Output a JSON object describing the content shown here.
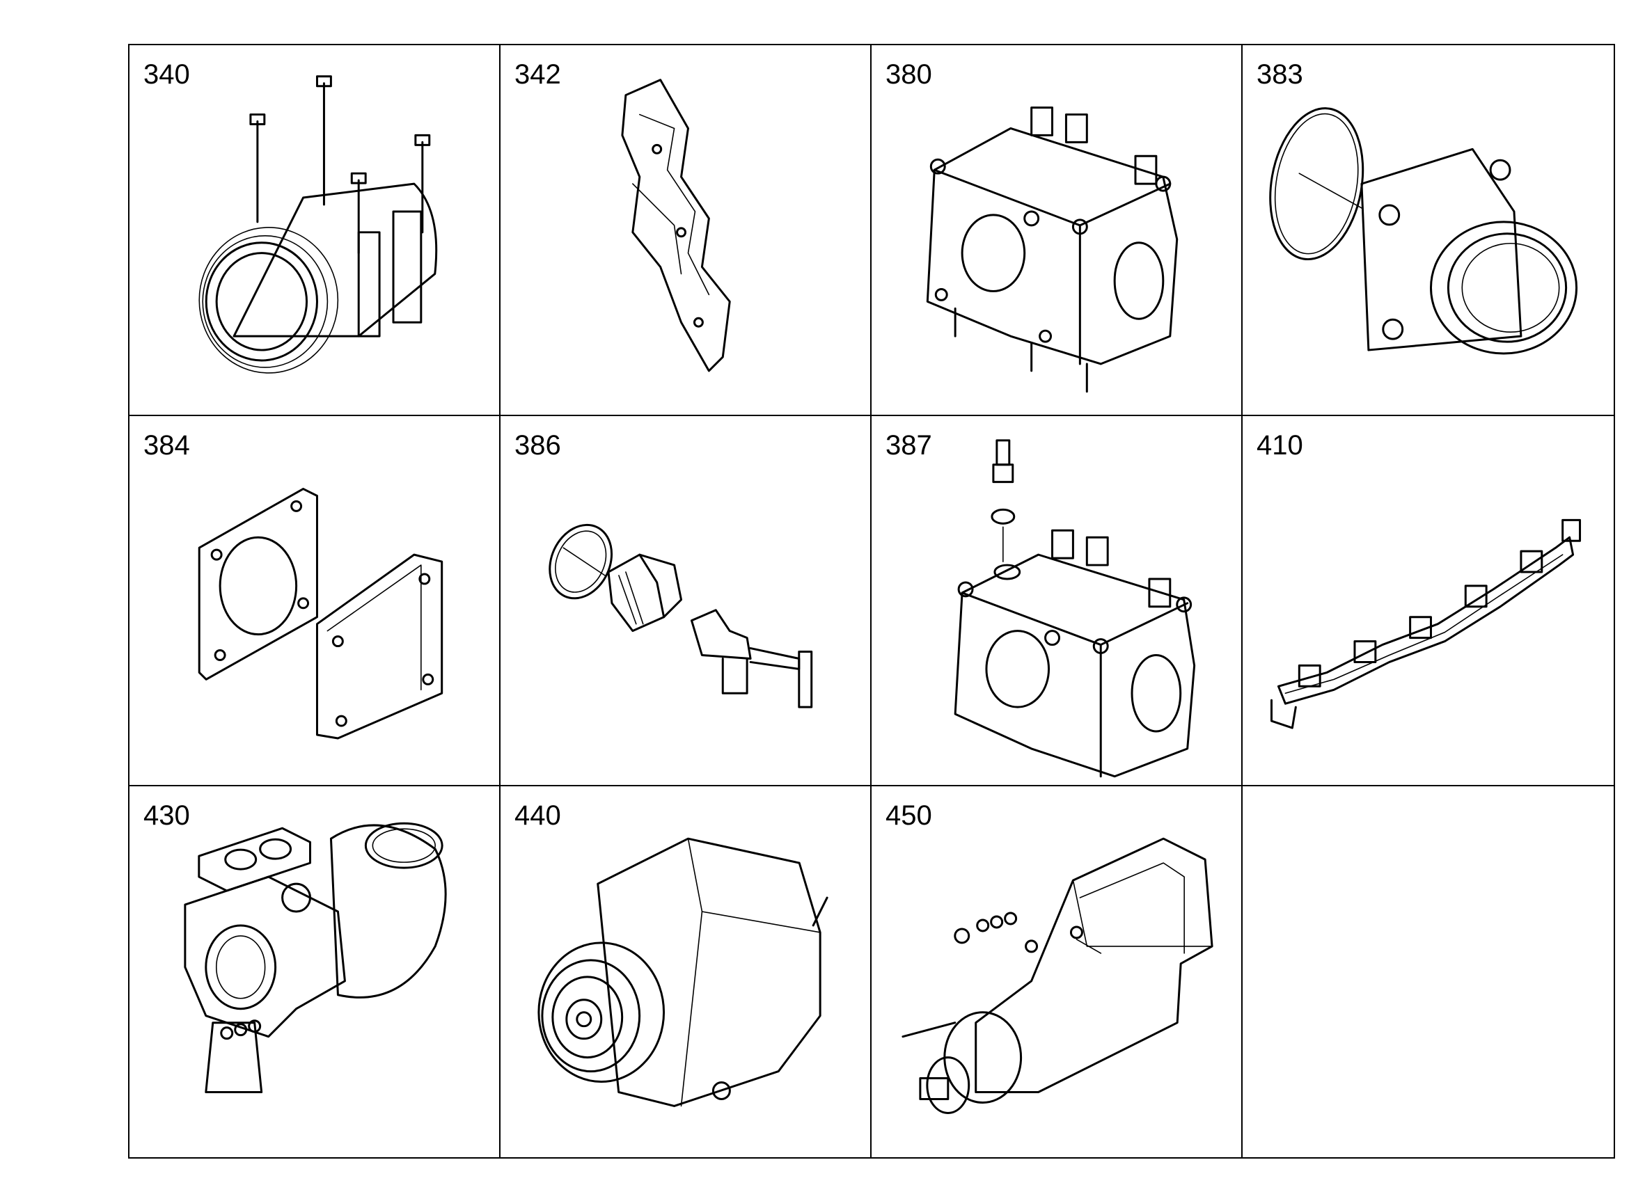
{
  "parts": [
    {
      "number": "340",
      "icon": "compressor-icon"
    },
    {
      "number": "342",
      "icon": "bracket-icon"
    },
    {
      "number": "380",
      "icon": "manifold-block-icon"
    },
    {
      "number": "383",
      "icon": "elbow-flange-icon"
    },
    {
      "number": "384",
      "icon": "gasket-plate-icon"
    },
    {
      "number": "386",
      "icon": "drain-valve-icon"
    },
    {
      "number": "387",
      "icon": "manifold-block-fitting-icon"
    },
    {
      "number": "410",
      "icon": "exhaust-manifold-icon"
    },
    {
      "number": "430",
      "icon": "turbocharger-icon"
    },
    {
      "number": "440",
      "icon": "alternator-icon"
    },
    {
      "number": "450",
      "icon": "starter-motor-icon"
    }
  ]
}
